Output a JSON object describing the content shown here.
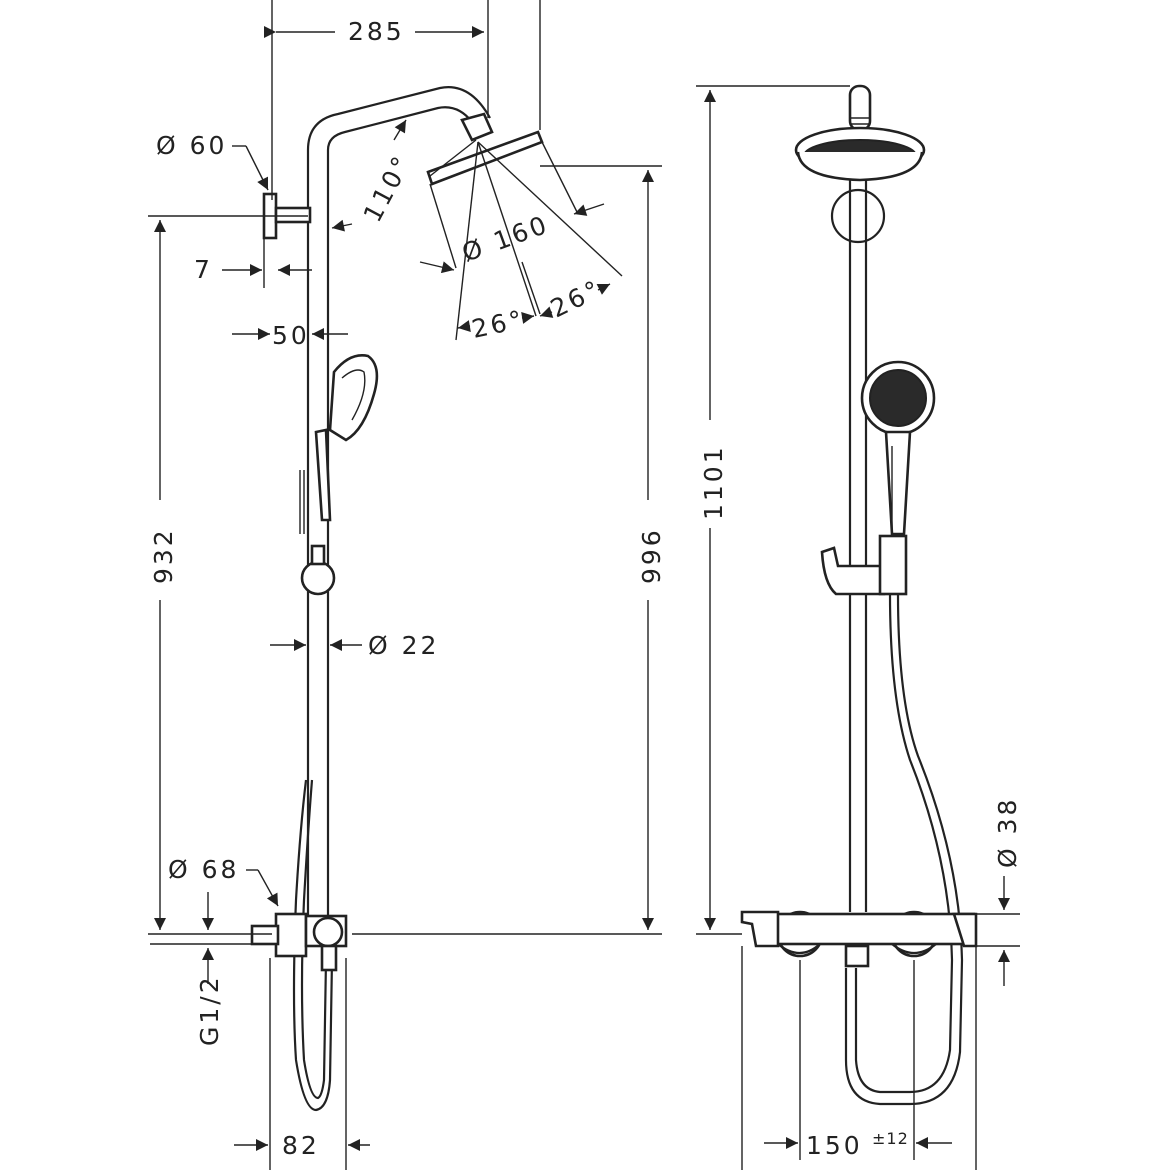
{
  "dimensions": {
    "width_285": "285",
    "dia_60": "Ø 60",
    "angle_110": "110°",
    "dia_160": "Ø 160",
    "gap_7": "7",
    "gap_50": "50",
    "angle_26_left": "26°",
    "angle_26_right": "26°",
    "height_932": "932",
    "height_996": "996",
    "height_1101": "1101",
    "dia_22": "Ø 22",
    "dia_68": "Ø 68",
    "thread_g12": "G1/2",
    "width_82": "82",
    "dia_38": "Ø 38",
    "width_150": "150",
    "tolerance_12": "±12"
  }
}
